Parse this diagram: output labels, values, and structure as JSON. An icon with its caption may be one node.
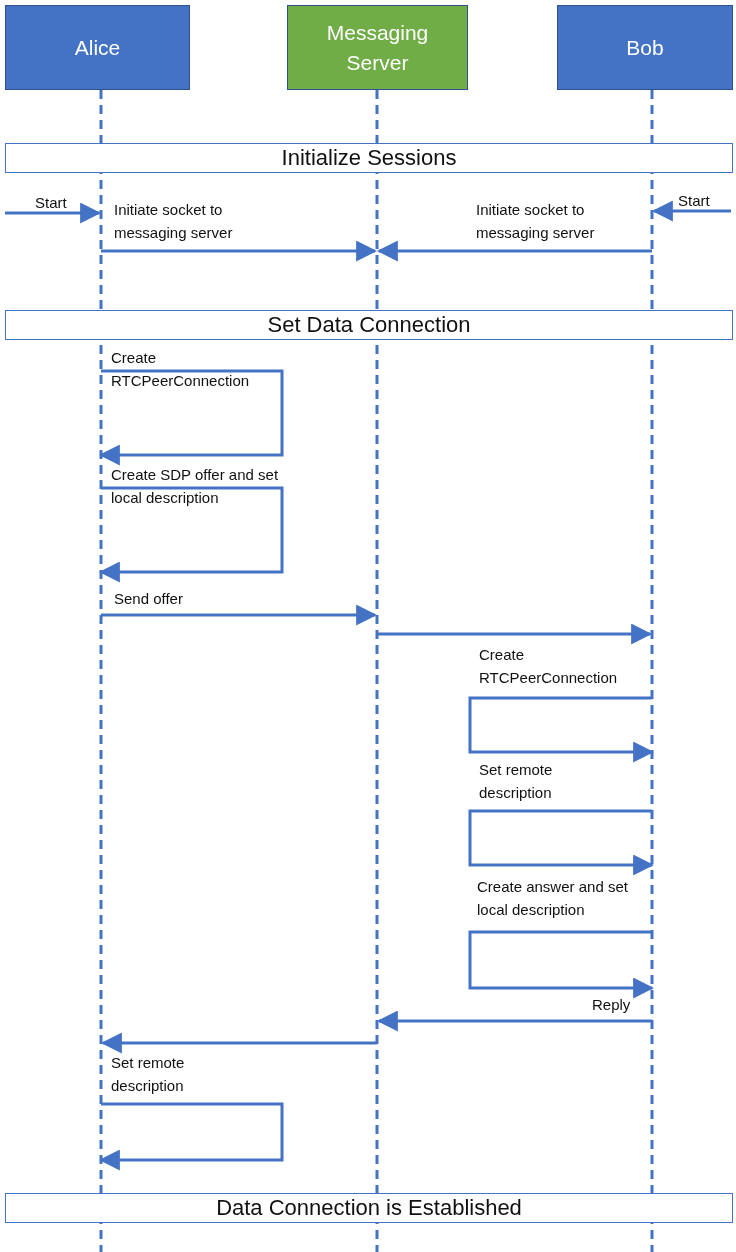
{
  "diagram": {
    "nodes": [
      {
        "text": [
          "Alice"
        ]
      },
      {
        "text": [
          "Messaging Server"
        ]
      },
      {
        "text": [
          "Bob"
        ]
      },
      {
        "text": [
          "Initialize Sessions"
        ]
      },
      {
        "text": [
          "Set Data Connection"
        ]
      },
      {
        "text": [
          "Data Connection is Established"
        ]
      }
    ],
    "edges": [
      {
        "from": null,
        "to": 0,
        "arrow": "to",
        "label": "Start"
      },
      {
        "from": null,
        "to": 2,
        "arrow": "to",
        "label": "Start"
      },
      {
        "from": 0,
        "to": 1,
        "arrow": "to",
        "label": "Initiate socket to messaging server"
      },
      {
        "from": 2,
        "to": 1,
        "arrow": "to",
        "label": "Initiate socket to messaging server"
      },
      {
        "from": 0,
        "to": 0,
        "arrow": "to",
        "label": "Create RTCPeerConnection"
      },
      {
        "from": 0,
        "to": 0,
        "arrow": "to",
        "label": "Create SDP offer and set local description"
      },
      {
        "from": 0,
        "to": 1,
        "arrow": "to",
        "label": "Send offer"
      },
      {
        "from": 1,
        "to": 2,
        "arrow": "to"
      },
      {
        "from": 2,
        "to": 2,
        "arrow": "to",
        "label": "Create RTCPeerConnection"
      },
      {
        "from": 2,
        "to": 2,
        "arrow": "to",
        "label": "Set remote description"
      },
      {
        "from": 2,
        "to": 2,
        "arrow": "to",
        "label": "Create answer and set local description"
      },
      {
        "from": 2,
        "to": 1,
        "arrow": "to",
        "label": "Reply"
      },
      {
        "from": 1,
        "to": 0,
        "arrow": "to"
      },
      {
        "from": 0,
        "to": 0,
        "arrow": "to",
        "label": "Set remote description"
      }
    ]
  }
}
